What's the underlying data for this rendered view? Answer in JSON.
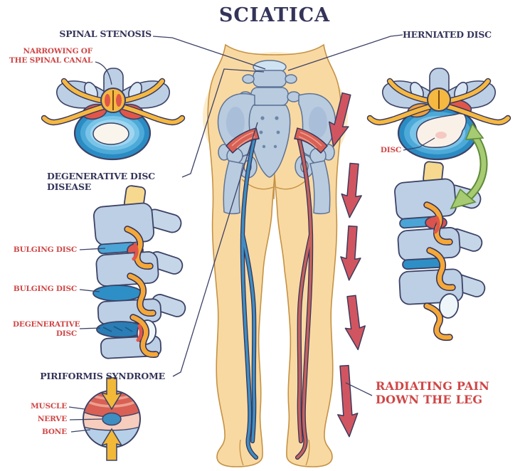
{
  "title": "SCIATICA",
  "sections": {
    "spinal_stenosis": {
      "label": "SPINAL STENOSIS",
      "sublabel": "NARROWING OF\nTHE SPINAL CANAL"
    },
    "degenerative_disc_disease": {
      "label": "DEGENERATIVE DISC DISEASE",
      "callouts": [
        "BULGING DISC",
        "BULGING DISC",
        "DEGENERATIVE\nDISC"
      ]
    },
    "piriformis_syndrome": {
      "label": "PIRIFORMIS SYNDROME",
      "callouts": [
        "MUSCLE",
        "NERVE",
        "BONE"
      ]
    },
    "herniated_disc": {
      "label": "HERNIATED DISC",
      "callout": "DISC"
    },
    "radiating_pain": {
      "label": "RADIATING PAIN\nDOWN THE LEG"
    }
  },
  "icons": {
    "red_down_arrows_count": "5",
    "green_double_arrow": "links side spine to herniated disc view",
    "yellow_compression_arrows": "down and up onto piriformis circle"
  },
  "colors": {
    "navy_outline": "#34345a",
    "label_red": "#cf4646",
    "skin": "#f9d9a2",
    "skin_outline": "#c49245",
    "bone_blue": "#bccfe4",
    "bone_light": "#d8e5f2",
    "disc_blue": "#2b8cc4",
    "nerve_yellow": "#f5b841",
    "inflamed_red": "#e0564a",
    "arrow_red": "#d15560",
    "green_arrow": "#a6cb72",
    "sciatic_nerve_blue": "#3e8ec2",
    "sciatic_nerve_red": "#c4615e",
    "muscle_red": "#d96055",
    "muscle_stripe": "#eda08f",
    "piriformis_bone": "#b5d0e8"
  }
}
